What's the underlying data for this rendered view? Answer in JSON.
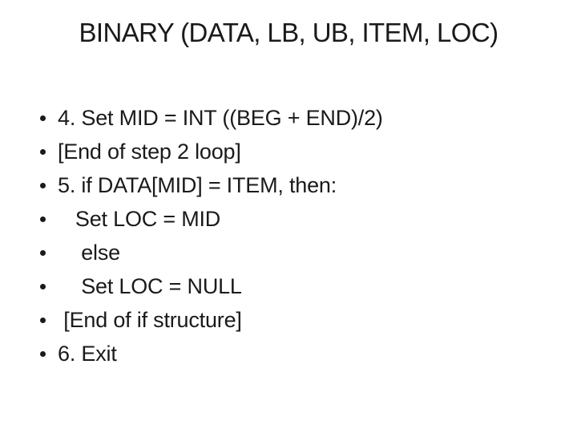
{
  "slide": {
    "title": "BINARY (DATA, LB, UB, ITEM, LOC)",
    "bullets": [
      "4. Set MID = INT ((BEG + END)/2)",
      "[End of step 2 loop]",
      "5. if DATA[MID] = ITEM, then:",
      "   Set LOC = MID",
      "    else",
      "    Set LOC = NULL",
      " [End of if structure]",
      "6. Exit"
    ]
  },
  "colors": {
    "text": "#1a1a1a",
    "background": "#ffffff"
  }
}
